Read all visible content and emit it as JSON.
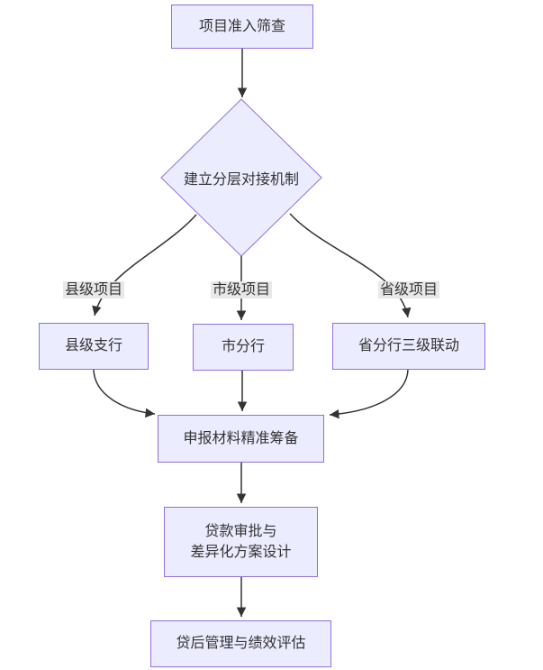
{
  "diagram": {
    "type": "flowchart-top-down",
    "colors": {
      "node_fill": "#ECECFF",
      "node_border": "#9370DB",
      "edge_line": "#333333",
      "edge_label_bg": "#e8e8e8",
      "text": "#333333",
      "background": "#ffffff"
    },
    "nodes": {
      "screening": {
        "label": "项目准入筛查"
      },
      "mechanism": {
        "label": "建立分层对接机制",
        "shape": "diamond"
      },
      "county_branch": {
        "label": "县级支行"
      },
      "city_branch": {
        "label": "市分行"
      },
      "province_branch": {
        "label": "省分行三级联动"
      },
      "materials": {
        "label": "申报材料精准筹备"
      },
      "approval": {
        "line1": "贷款审批与",
        "line2": "差异化方案设计"
      },
      "post_loan": {
        "label": "贷后管理与绩效评估"
      }
    },
    "edge_labels": {
      "county": "县级项目",
      "city": "市级项目",
      "province": "省级项目"
    }
  }
}
